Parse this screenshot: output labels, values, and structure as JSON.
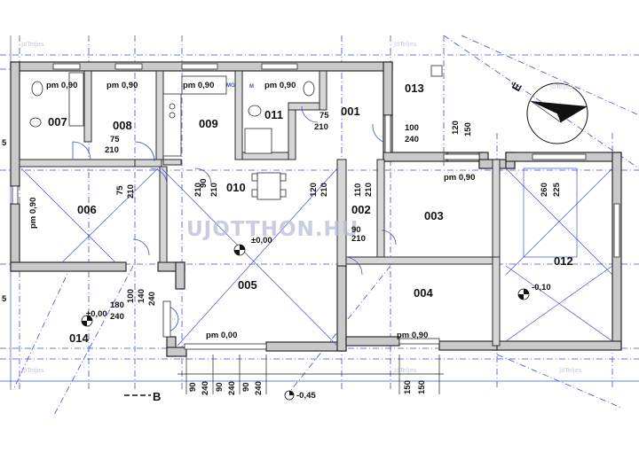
{
  "rooms": {
    "r001": "001",
    "r002": "002",
    "r003": "003",
    "r004": "004",
    "r005": "005",
    "r006": "006",
    "r007": "007",
    "r008": "008",
    "r009": "009",
    "r010": "010",
    "r011": "011",
    "r012": "012",
    "r013": "013",
    "r014": "014"
  },
  "levels": {
    "pm007": "pm 0,90",
    "pm008": "pm 0,90",
    "pm009": "pm 0,90",
    "pm011": "pm 0,90",
    "pm003": "pm 0,90",
    "pm004": "pm 0,90",
    "pm006": "pm 0,90",
    "pm005": "pm 0,00",
    "l005": "±0,00",
    "l014": "±0,00",
    "l012": "-0,10",
    "ext": "-0,45"
  },
  "dims": {
    "d75_210_007": "75",
    "d210_007": "210",
    "d75_v006": "75",
    "d210_v006": "210",
    "d90_010": "90",
    "d210_010": "210",
    "d210b_010": "210",
    "d120_010": "120",
    "d210c_010": "210",
    "d110_002": "110",
    "d210_002": "210",
    "d90_002": "90",
    "d210b_002": "210",
    "d75_001": "75",
    "d210_001": "210",
    "d100_013": "100",
    "d240_013": "240",
    "d120_013": "120",
    "d150_013": "150",
    "d260_012": "260",
    "d225_012": "225",
    "d100_014": "100",
    "d180_014": "180",
    "d240_014": "240",
    "d140_014": "140",
    "d240b_014": "240",
    "b90a": "90",
    "b240a": "240",
    "b90b": "90",
    "b240b": "240",
    "b90c": "90",
    "b240c": "240",
    "b150a": "150",
    "b150b": "150",
    "left5": "5",
    "left5b": "5"
  },
  "fixtures": {
    "mg": "MG",
    "m": "M"
  },
  "section_mark": "B",
  "north_label": "É",
  "watermark": "UJOTTHON.HU",
  "watermark_small": "JóTeljes"
}
